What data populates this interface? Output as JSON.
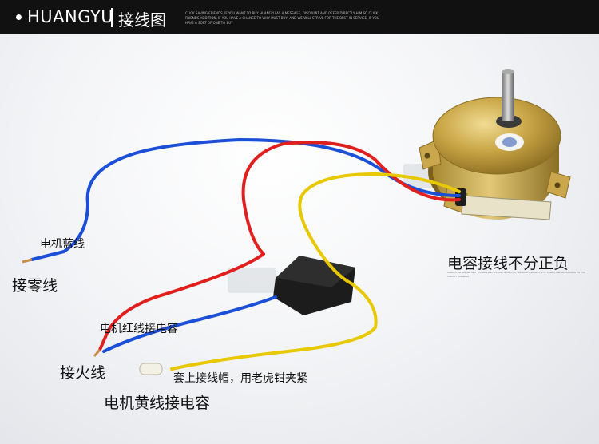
{
  "header": {
    "brand": "HUANGYU",
    "section": "接线图",
    "tagline": "CLICK SAVING FRIENDS, IF YOU WANT TO BUY HUANGYU AS A MESSAGE, DISCOUNT AND OFFER DIRECTLY HIM SO CLICK FRIENDS ADDITION, IF YOU HAVE A CHANCE TO WHY MUST BUY, AND WE WILL STRIVE FOR THE BEST IN SERVICE, IF YOU HAVE A SORT OF ONE TO BUY"
  },
  "labels": {
    "blue_wire": "电机蓝线",
    "neutral": "接零线",
    "capacitor_note": "电容接线不分正负",
    "capacitor_note_fine": "CAPACITOR WIRING NOT DIVIDE POSITIVE AND NEGATIVE, WE WILL CONNECT THE CAPACITOR ACCORDING TO THE CIRCUIT DIAGRAM",
    "red_wire": "电机红线接电容",
    "live": "接火线",
    "cap_tip": "套上接线帽，用老虎钳夹紧",
    "yellow_wire": "电机黄线接电容"
  },
  "colors": {
    "header_bg": "#111111",
    "wire_blue": "#1b4fd8",
    "wire_red": "#e0201e",
    "wire_yellow": "#e8c800",
    "motor_gold": "#c9a545",
    "capacitor": "#1c1c1c"
  }
}
